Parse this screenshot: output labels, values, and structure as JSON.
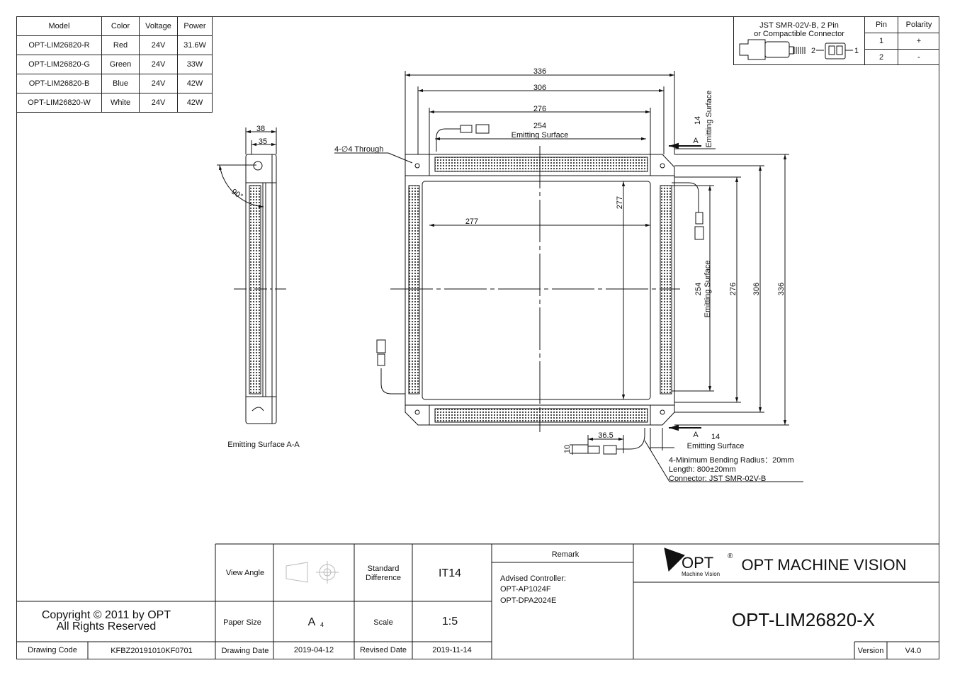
{
  "model_table": {
    "headers": [
      "Model",
      "Color",
      "Voltage",
      "Power"
    ],
    "rows": [
      [
        "OPT-LIM26820-R",
        "Red",
        "24V",
        "31.6W"
      ],
      [
        "OPT-LIM26820-G",
        "Green",
        "24V",
        "33W"
      ],
      [
        "OPT-LIM26820-B",
        "Blue",
        "24V",
        "42W"
      ],
      [
        "OPT-LIM26820-W",
        "White",
        "24V",
        "42W"
      ]
    ]
  },
  "connector_table": {
    "connector_label_1": "JST SMR-02V-B, 2 Pin",
    "connector_label_2": "or Compactible Connector",
    "pin_header": "Pin",
    "polarity_header": "Polarity",
    "rows": [
      [
        "1",
        "+"
      ],
      [
        "2",
        "-"
      ]
    ],
    "pin_mark_left": "2",
    "pin_mark_right": "1"
  },
  "side_view": {
    "dim_38": "38",
    "dim_35": "35",
    "angle": "90°",
    "caption": "Emitting Surface A-A"
  },
  "front_view": {
    "dim_336_top": "336",
    "dim_306_top": "306",
    "dim_276_top": "276",
    "dim_254_top": "254",
    "emitting_top": "Emitting Surface",
    "hole_label": "4-∅4 Through",
    "dim_277_h": "277",
    "dim_277_v": "277",
    "dim_14_top": "14",
    "section_A_top": "A",
    "emitting_right_top": "Emitting Surface",
    "dim_254_right": "254",
    "emitting_right": "Emitting Surface",
    "dim_276_right": "276",
    "dim_306_right": "306",
    "dim_336_right": "336",
    "section_A_bottom": "A",
    "dim_14_bottom": "14",
    "emitting_bottom": "Emitting Surface",
    "dim_36_5": "36.5",
    "dim_10": "10",
    "note_1": "4-Minimum Bending Radius：20mm",
    "note_2": "Length: 800±20mm",
    "note_3": "Connector: JST SMR-02V-B"
  },
  "title_block": {
    "copyright_1": "Copyright © 2011 by OPT",
    "copyright_2": "All Rights Reserved",
    "drawing_code_label": "Drawing Code",
    "drawing_code": "KFBZ20191010KF0701",
    "view_angle_label": "View Angle",
    "standard_diff_label_1": "Standard",
    "standard_diff_label_2": "Difference",
    "standard_diff": "IT14",
    "paper_size_label": "Paper Size",
    "paper_size": "A",
    "paper_size_sub": "4",
    "scale_label": "Scale",
    "scale": "1:5",
    "drawing_date_label": "Drawing Date",
    "drawing_date": "2019-04-12",
    "revised_date_label": "Revised Date",
    "revised_date": "2019-11-14",
    "remark_label": "Remark",
    "remark_1": "Advised Controller:",
    "remark_2": "OPT-AP1024F",
    "remark_3": "OPT-DPA2024E",
    "logo_text": "OPT",
    "logo_reg": "®",
    "logo_sub": "Machine Vision",
    "company": "OPT MACHINE VISION",
    "part_number": "OPT-LIM26820-X",
    "version_label": "Version",
    "version": "V4.0"
  }
}
